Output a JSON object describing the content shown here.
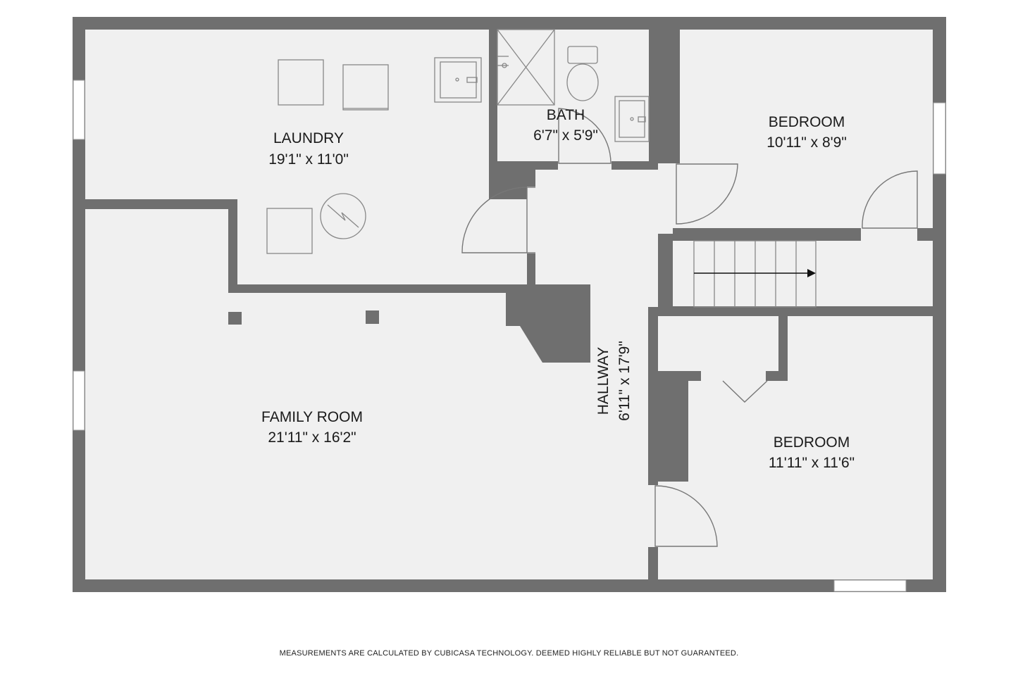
{
  "colors": {
    "wall": "#6f6f6f",
    "floor": "#f0f0f0",
    "fixture": "#888888",
    "page": "#ffffff"
  },
  "rooms": {
    "laundry": {
      "name": "LAUNDRY",
      "size": "19'1\" x 11'0\""
    },
    "bath": {
      "name": "BATH",
      "size": "6'7\" x 5'9\""
    },
    "bedroom_top": {
      "name": "BEDROOM",
      "size": "10'11\" x 8'9\""
    },
    "family": {
      "name": "FAMILY ROOM",
      "size": "21'11\" x 16'2\""
    },
    "hallway": {
      "name": "HALLWAY",
      "size": "6'11\" x 17'9\""
    },
    "bedroom_bottom": {
      "name": "BEDROOM",
      "size": "11'11\" x 11'6\""
    }
  },
  "footnote": "MEASUREMENTS ARE CALCULATED BY CUBICASA TECHNOLOGY. DEEMED HIGHLY RELIABLE BUT NOT GUARANTEED."
}
